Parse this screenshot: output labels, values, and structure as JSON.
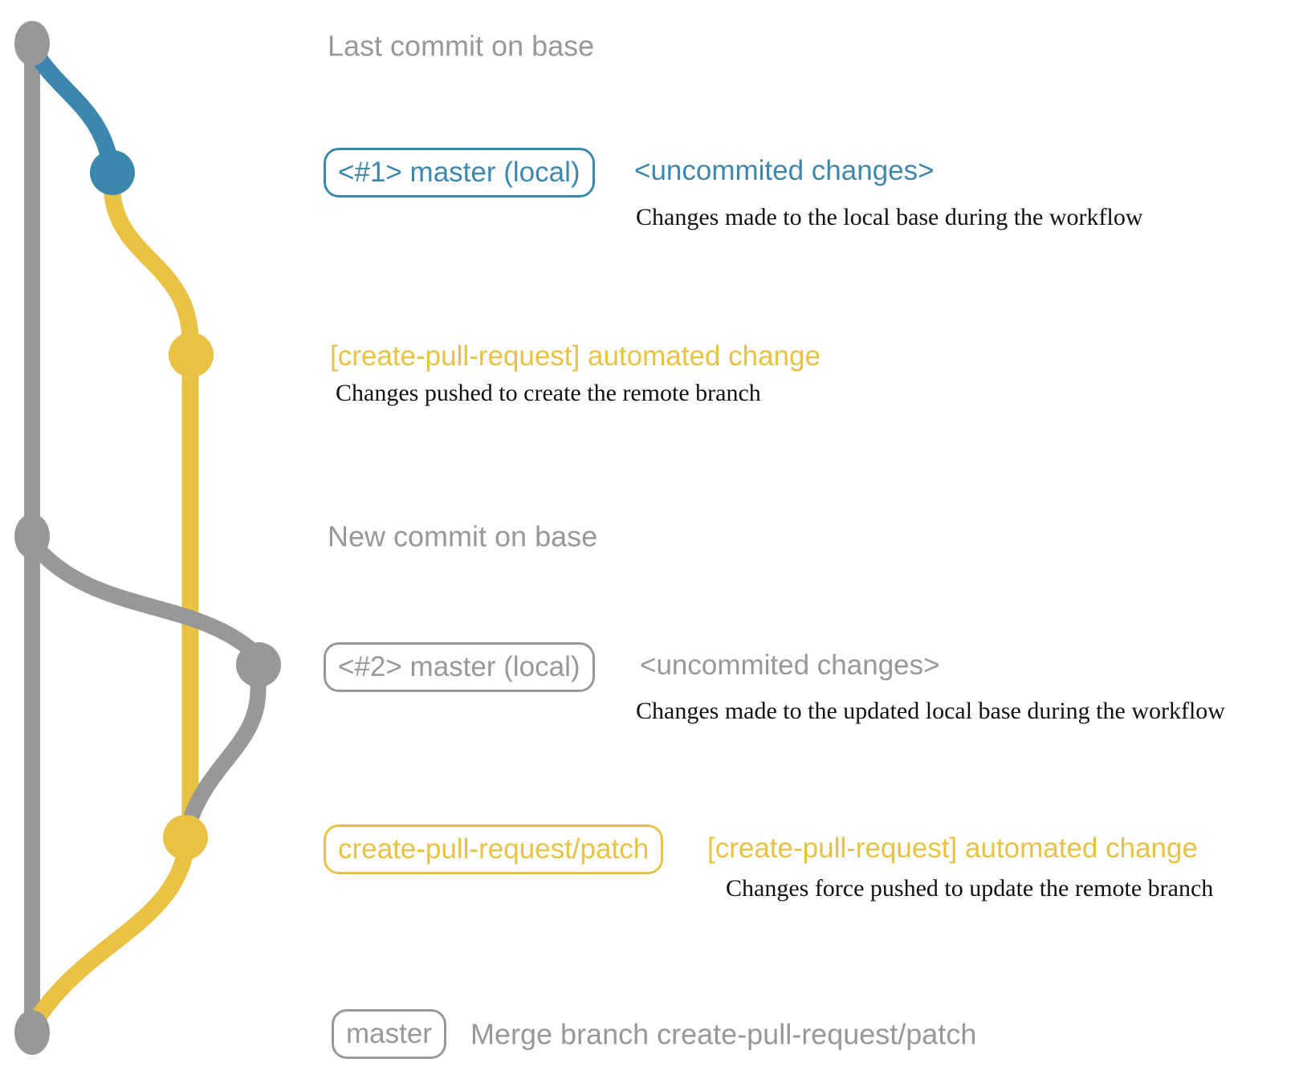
{
  "colors": {
    "gray": "#989898",
    "blue": "#3c87ae",
    "yellow": "#eac243",
    "ink": "#111111",
    "background": "#ffffff"
  },
  "graph": {
    "branch_colors": {
      "base_branch": "gray",
      "local_working_branch_1": "blue",
      "pull_request_branch": "yellow",
      "local_working_branch_2": "gray"
    }
  },
  "rows": [
    {
      "label": "Last commit on base"
    },
    {
      "badge": "<#1> master (local)",
      "note": "<uncommited changes>",
      "desc": "Changes made to the local base during the workflow"
    },
    {
      "headline": "[create-pull-request] automated change",
      "desc": "Changes pushed to create the remote branch"
    },
    {
      "label": "New commit on base"
    },
    {
      "badge": "<#2> master (local)",
      "note": "<uncommited changes>",
      "desc": "Changes made to the updated local base during the workflow"
    },
    {
      "badge": "create-pull-request/patch",
      "headline": "[create-pull-request] automated change",
      "desc": "Changes force pushed to update the remote branch"
    },
    {
      "badge": "master",
      "message": "Merge branch create-pull-request/patch"
    }
  ]
}
